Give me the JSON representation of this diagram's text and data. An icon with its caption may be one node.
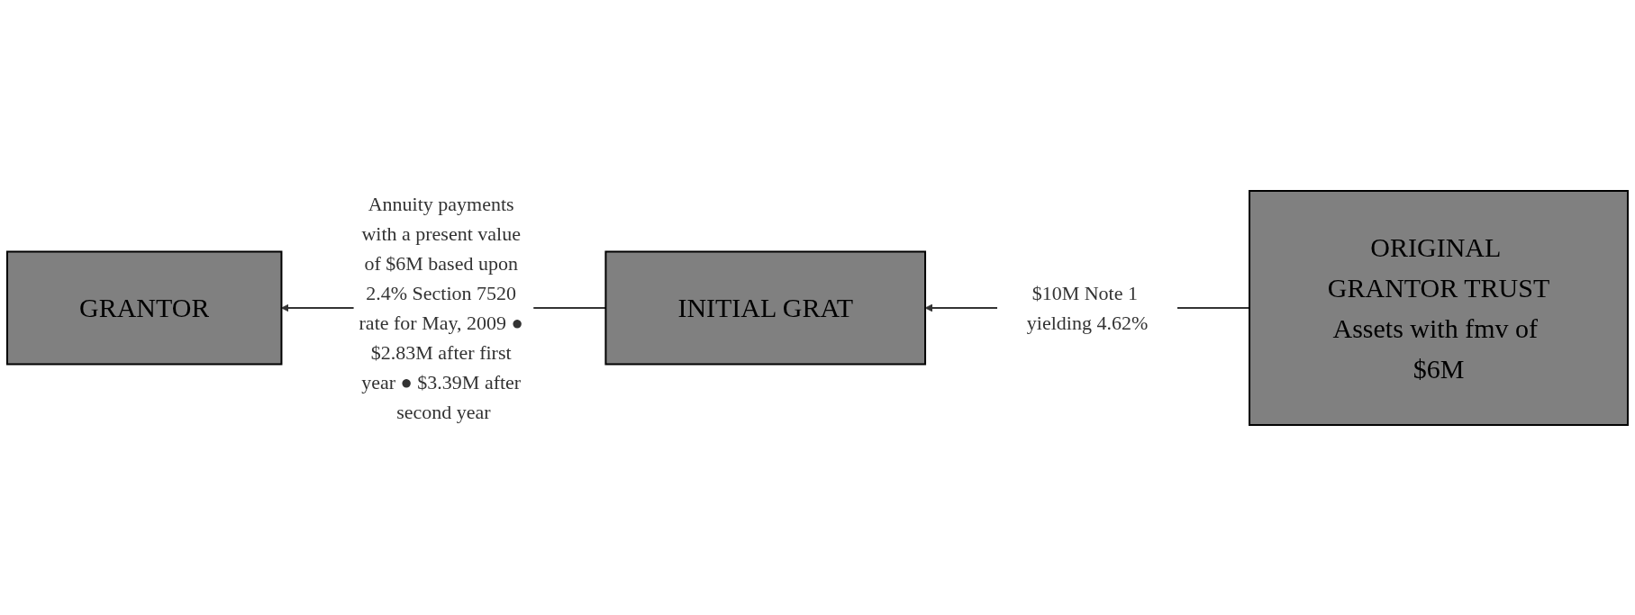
{
  "diagram": {
    "nodes": [
      {
        "text": [
          "GRANTOR"
        ]
      },
      {
        "text": [
          "INITIAL GRAT"
        ]
      },
      {
        "text": [
          "ORIGINAL GRANTOR TRUST",
          "Assets with fmv of $6M"
        ]
      }
    ],
    "edges": [
      {
        "from": 1,
        "to": 0,
        "arrow": "to",
        "label": "Annuity payments with a present value of $6M based upon 2.4% Section 7520 rate for May, 2009 ● $2.83M after first year ● $3.39M after second year"
      },
      {
        "from": 2,
        "to": 1,
        "arrow": "to",
        "label": "$10M Note 1 yielding 4.62%"
      }
    ]
  }
}
